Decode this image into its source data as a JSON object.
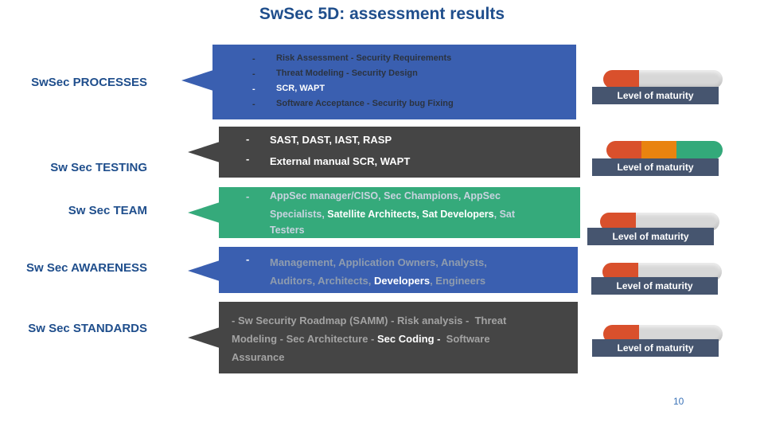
{
  "title": "SwSec 5D: assessment results",
  "page_number": "10",
  "maturity_label": "Level of maturity",
  "rows": [
    {
      "label": "SwSec PROCESSES",
      "box_color": "#3a5fb0",
      "items": [
        {
          "dash": "-",
          "text": "Risk Assessment - Security Requirements"
        },
        {
          "dash": "-",
          "text": "Threat Modeling - Security Design"
        },
        {
          "dash": "-",
          "text": "SCR, WAPT"
        },
        {
          "dash": "-",
          "text": "Software Acceptance - Security bug Fixing"
        }
      ],
      "maturity_segments": [
        "#d9502c"
      ]
    },
    {
      "label": "Sw Sec TESTING",
      "box_color": "#454545",
      "items": [
        {
          "dash": "-",
          "text": "SAST, DAST, IAST, RASP"
        },
        {
          "dash": "-",
          "text": "External manual SCR, WAPT"
        }
      ],
      "maturity_segments": [
        "#d9502c",
        "#e9830f",
        "#33a97a"
      ]
    },
    {
      "label": "Sw Sec TEAM",
      "box_color": "#35aa7b",
      "dash": "-",
      "lines": [
        [
          {
            "text": "AppSec manager/CISO",
            "color": "#c8d3df"
          },
          {
            "text": ", Sec Champions, AppSec",
            "color": "#c8d3df"
          }
        ],
        [
          {
            "text": "Specialists, ",
            "color": "#c8d3df"
          },
          {
            "text": "Satellite Architects, Sat Developers",
            "color": "#ffffff"
          },
          {
            "text": ", Sat",
            "color": "#c8d3df"
          }
        ],
        [
          {
            "text": "Testers",
            "color": "#c8d3df"
          }
        ]
      ],
      "maturity_segments": [
        "#d9502c"
      ]
    },
    {
      "label": "Sw Sec AWARENESS",
      "box_color": "#3a5fb0",
      "dash": "-",
      "lines": [
        [
          {
            "text": "Management, Application Owners, Analysts,",
            "color": "#8f9cae"
          }
        ],
        [
          {
            "text": "Auditors, Architects, ",
            "color": "#8f9cae"
          },
          {
            "text": "Developers",
            "color": "#ffffff"
          },
          {
            "text": ", Engineers",
            "color": "#8f9cae"
          }
        ]
      ],
      "maturity_segments": [
        "#d9502c"
      ]
    },
    {
      "label": "Sw Sec  STANDARDS",
      "box_color": "#454545",
      "lines": [
        [
          {
            "text": "- Sw Security Roadmap (SAMM) - Risk analysis -  Threat",
            "color": "#a3a3a3"
          }
        ],
        [
          {
            "text": "Modeling - Sec Architecture - ",
            "color": "#a3a3a3"
          },
          {
            "text": "Sec Coding -",
            "color": "#ffffff"
          },
          {
            "text": "  Software",
            "color": "#a3a3a3"
          }
        ],
        [
          {
            "text": "Assurance",
            "color": "#a3a3a3"
          }
        ]
      ],
      "maturity_segments": [
        "#d9502c"
      ]
    }
  ]
}
